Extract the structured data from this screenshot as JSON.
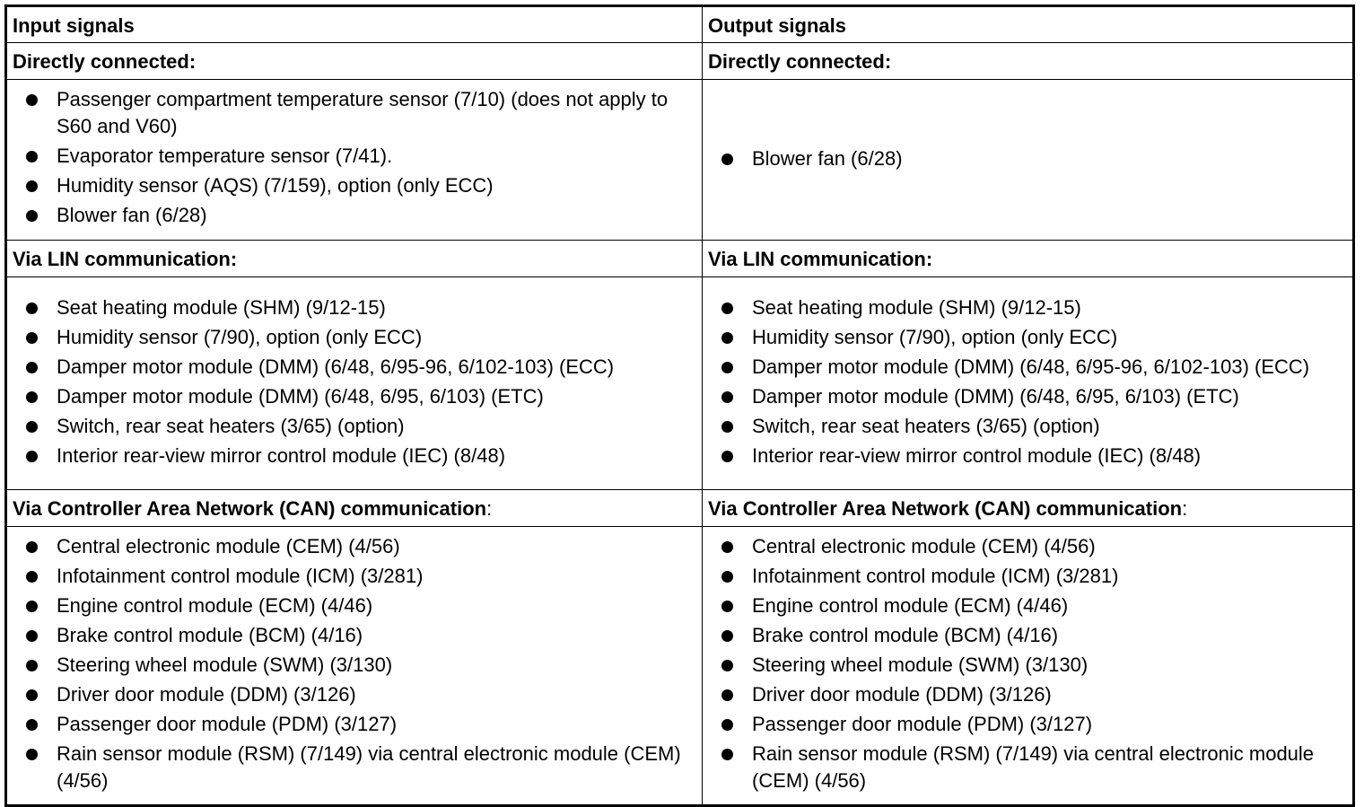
{
  "headers": {
    "left": "Input signals",
    "right": "Output signals"
  },
  "sections": {
    "direct": {
      "label_left": "Directly connected:",
      "label_right": "Directly connected:",
      "left": [
        "Passenger compartment temperature sensor (7/10) (does not apply to S60 and V60)",
        "Evaporator temperature sensor (7/41).",
        "Humidity sensor (AQS) (7/159), option (only ECC)",
        "Blower fan (6/28)"
      ],
      "right": [
        "Blower fan (6/28)"
      ]
    },
    "lin": {
      "label_left": "Via LIN communication:",
      "label_right": "Via LIN communication:",
      "left": [
        "Seat heating module (SHM) (9/12-15)",
        "Humidity sensor (7/90), option (only ECC)",
        "Damper motor module (DMM) (6/48, 6/95-96, 6/102-103) (ECC)",
        "Damper motor module (DMM) (6/48, 6/95, 6/103) (ETC)",
        "Switch, rear seat heaters (3/65) (option)",
        "Interior rear-view mirror control module (IEC) (8/48)"
      ],
      "right": [
        "Seat heating module (SHM) (9/12-15)",
        "Humidity sensor (7/90), option (only ECC)",
        "Damper motor module (DMM) (6/48, 6/95-96, 6/102-103) (ECC)",
        "Damper motor module (DMM) (6/48, 6/95, 6/103) (ETC)",
        "Switch, rear seat heaters (3/65) (option)",
        "Interior rear-view mirror control module (IEC) (8/48)"
      ]
    },
    "can": {
      "label_bold": "Via Controller Area Network (CAN) communication",
      "label_tail": ":",
      "left": [
        "Central electronic module (CEM) (4/56)",
        "Infotainment control module (ICM) (3/281)",
        "Engine control module (ECM) (4/46)",
        "Brake control module (BCM) (4/16)",
        "Steering wheel module (SWM) (3/130)",
        "Driver door module (DDM) (3/126)",
        "Passenger door module (PDM) (3/127)",
        "Rain sensor module (RSM) (7/149) via central electronic module (CEM) (4/56)"
      ],
      "right": [
        "Central electronic module (CEM) (4/56)",
        "Infotainment control module (ICM) (3/281)",
        "Engine control module (ECM) (4/46)",
        "Brake control module (BCM) (4/16)",
        "Steering wheel module (SWM) (3/130)",
        "Driver door module (DDM) (3/126)",
        "Passenger door module (PDM) (3/127)",
        "Rain sensor module (RSM) (7/149) via central electronic module (CEM) (4/56)"
      ]
    }
  }
}
